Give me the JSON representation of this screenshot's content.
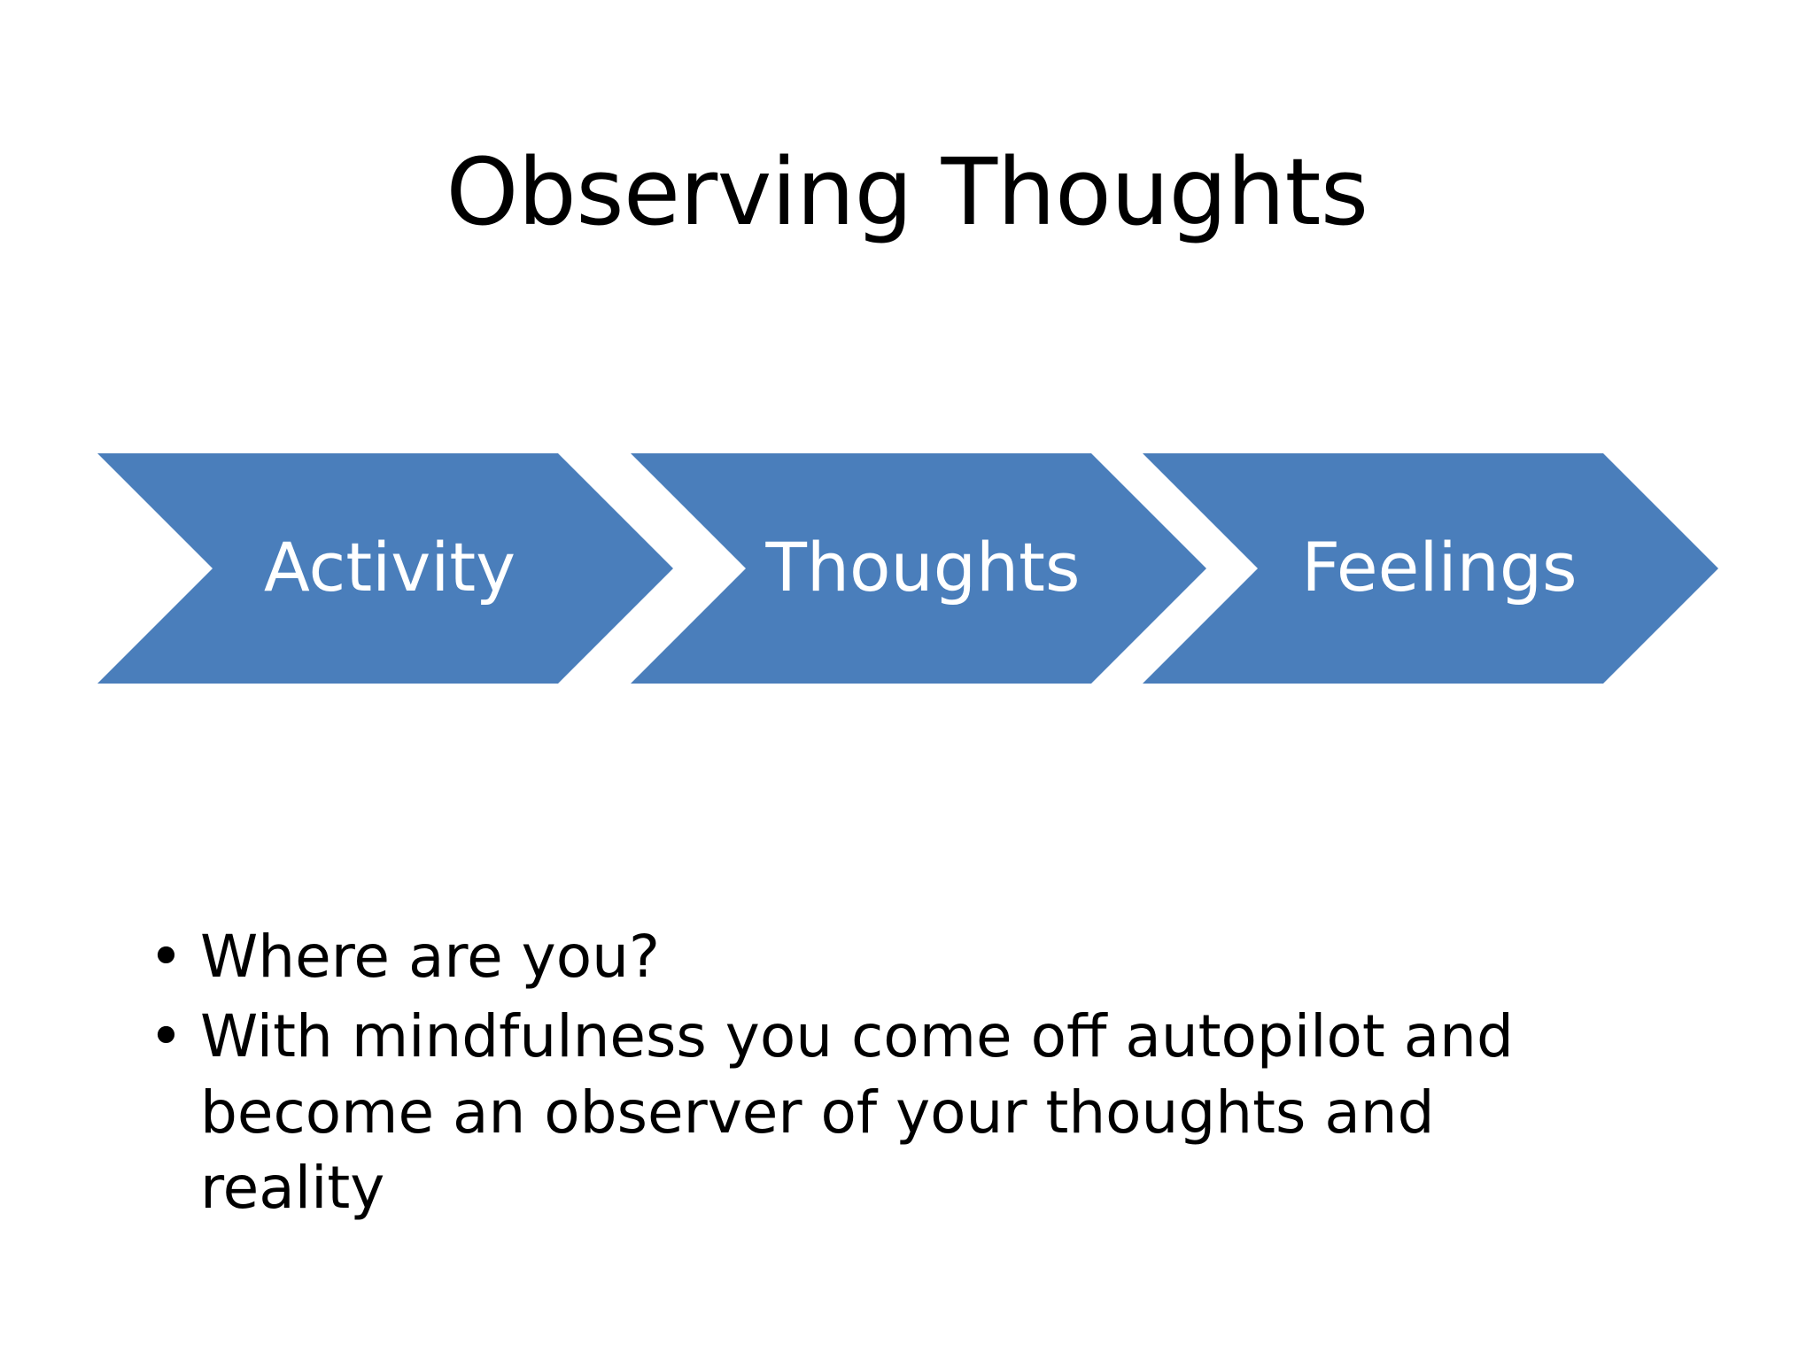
{
  "slide": {
    "title": "Observing Thoughts",
    "background_color": "#ffffff",
    "text_color": "#000000"
  },
  "process": {
    "accent_color": "#4A7EBB",
    "label_color": "#ffffff",
    "steps": [
      {
        "label": "Activity"
      },
      {
        "label": "Thoughts"
      },
      {
        "label": "Feelings"
      }
    ]
  },
  "bullets": [
    {
      "marker": "•",
      "text": "Where are you?"
    },
    {
      "marker": "•",
      "text": "With mindfulness you come off autopilot and become an observer of your thoughts and reality"
    }
  ]
}
